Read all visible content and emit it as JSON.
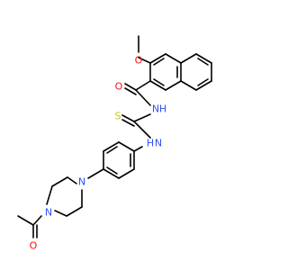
{
  "molecule": {
    "labels": {
      "methoxy_o": "O",
      "carbonyl_o": "O",
      "amide_n": "N",
      "amide_h": "H",
      "thione_s": "S",
      "aniline_n": "N",
      "aniline_h": "H",
      "piperazine_n_top": "N",
      "piperazine_n_bottom": "N",
      "acetyl_o": "O"
    },
    "colors": {
      "bond": "#000000",
      "oxygen": "#ff0d0d",
      "nitrogen": "#3050f8",
      "sulfur": "#c8c800"
    }
  }
}
